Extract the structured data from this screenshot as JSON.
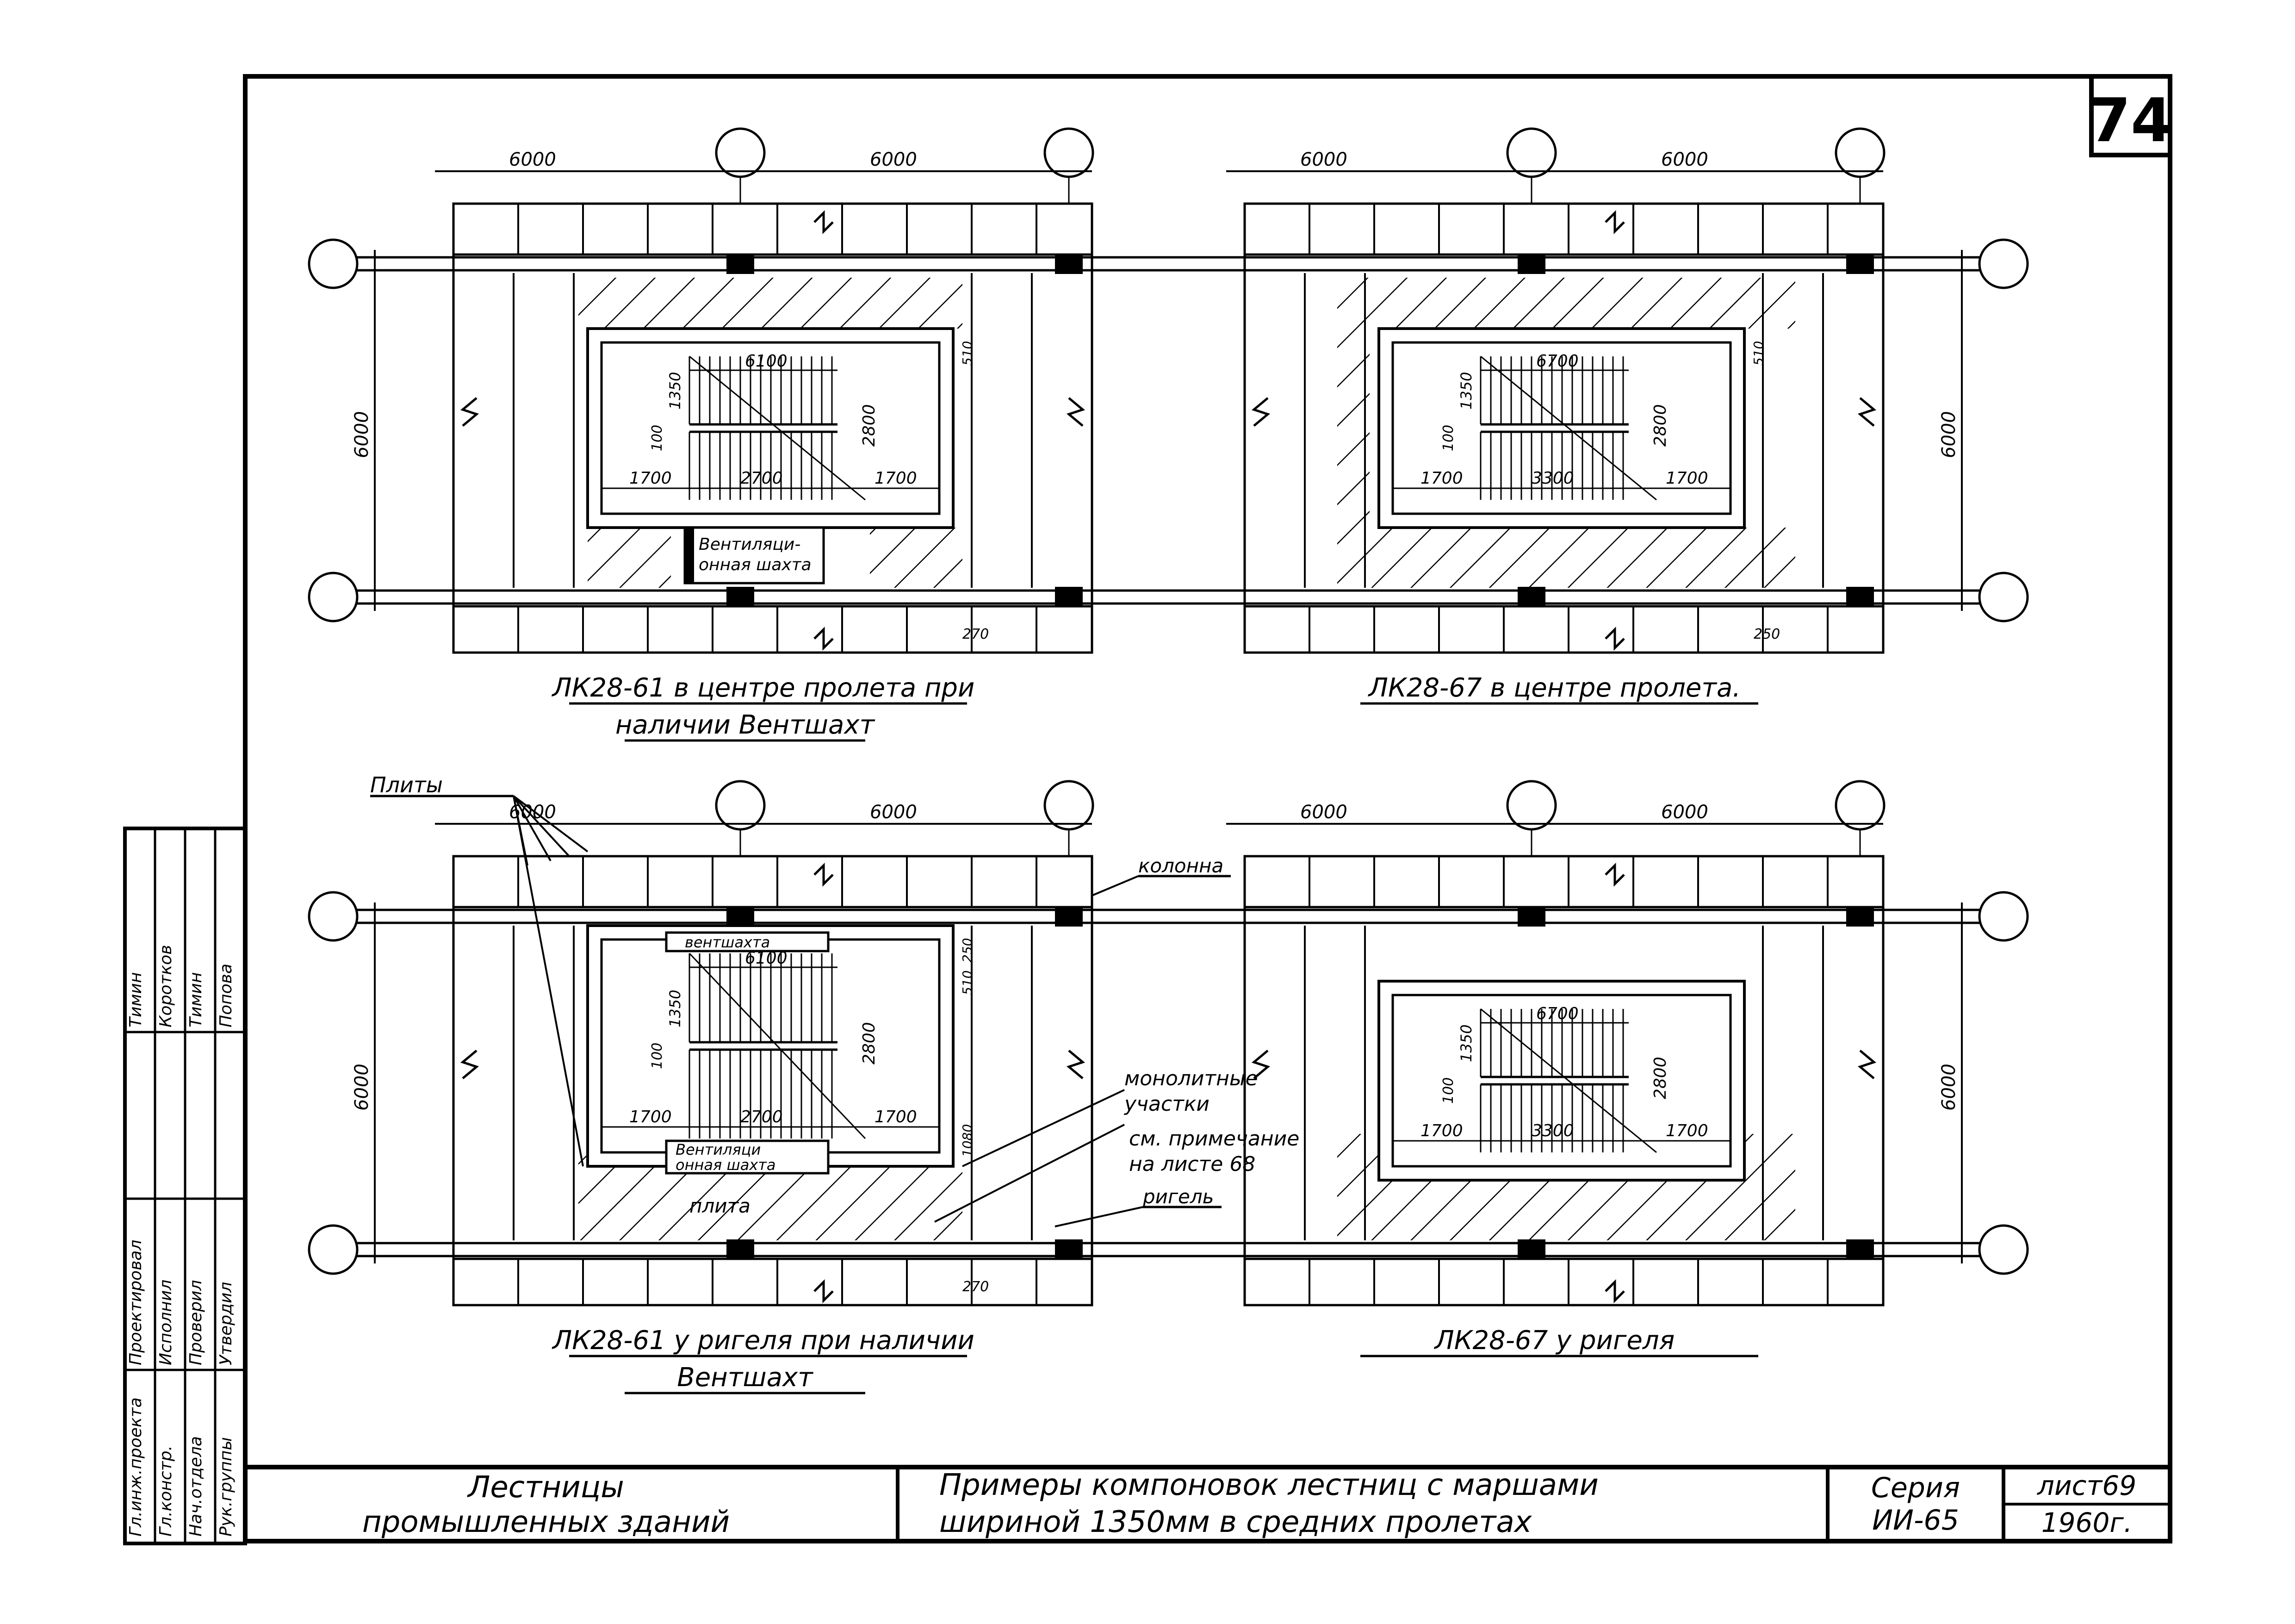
{
  "sheet_number": "74",
  "title_block": {
    "subject_line1": "Лестницы",
    "subject_line2": "промышленных зданий",
    "title_line1": "Примеры компоновок лестниц с маршами",
    "title_line2": "шириной   1350мм в средних пролетах",
    "series_label": "Серия",
    "series_value": "ИИ-65",
    "sheet_label": "лист69",
    "year": "1960г."
  },
  "stamp": {
    "roles": [
      "Гл.инж.проекта",
      "Гл.констр.",
      "Нач.отдела",
      "Рук.группы"
    ],
    "names": [
      "Тимин",
      "Коротков",
      "Тимин",
      "Попова"
    ],
    "actions": [
      "Проектировал",
      "Исполнил",
      "Проверил",
      "Утвердил"
    ]
  },
  "plans": [
    {
      "caption1": "ЛК28-61 в центре пролета при",
      "caption2": "наличии Вентшахт",
      "span_left": "6000",
      "span_right": "6000",
      "height": "6000",
      "flight_len": "6100",
      "flight_w": "1350",
      "landing_w": "2800",
      "gap": "100",
      "left_land": "1700",
      "mid": "2700",
      "right_land": "1700",
      "wall1": "510",
      "wall2": "270",
      "vent_label1": "Вентиляци-",
      "vent_label2": "онная шахта"
    },
    {
      "caption1": "ЛК28-67 в центре пролета.",
      "caption2": "",
      "span_left": "6000",
      "span_right": "6000",
      "height": "6000",
      "flight_len": "6700",
      "flight_w": "1350",
      "landing_w": "2800",
      "gap": "100",
      "left_land": "1700",
      "mid": "3300",
      "right_land": "1700",
      "wall1": "510",
      "wall2": "250"
    },
    {
      "caption1": "ЛК28-61 у ригеля при наличии",
      "caption2": "Вентшахт",
      "span_left": "6000",
      "span_right": "6000",
      "height": "6000",
      "flight_len": "6100",
      "flight_w": "1350",
      "landing_w": "2800",
      "gap": "100",
      "left_land": "1700",
      "mid": "2700",
      "right_land": "1700",
      "wall1": "250",
      "wall2": "270",
      "wall3": "510",
      "wall4": "1080",
      "vent_top": "вентшахта",
      "vent_label1": "Вентиляци",
      "vent_label2": "онная шахта",
      "slab_label": "плита"
    },
    {
      "caption1": "ЛК28-67 у ригеля",
      "caption2": "",
      "span_left": "6000",
      "span_right": "6000",
      "height": "6000",
      "flight_len": "6700",
      "flight_w": "1350",
      "landing_w": "2800",
      "gap": "100",
      "left_land": "1700",
      "mid": "3300",
      "right_land": "1700"
    }
  ],
  "callouts": {
    "slabs": "Плиты",
    "column": "колонна",
    "monolith1": "монолитные",
    "monolith2": "участки",
    "see_note1": "см. примечание",
    "see_note2": "на листе 68",
    "girder": "ригель"
  }
}
